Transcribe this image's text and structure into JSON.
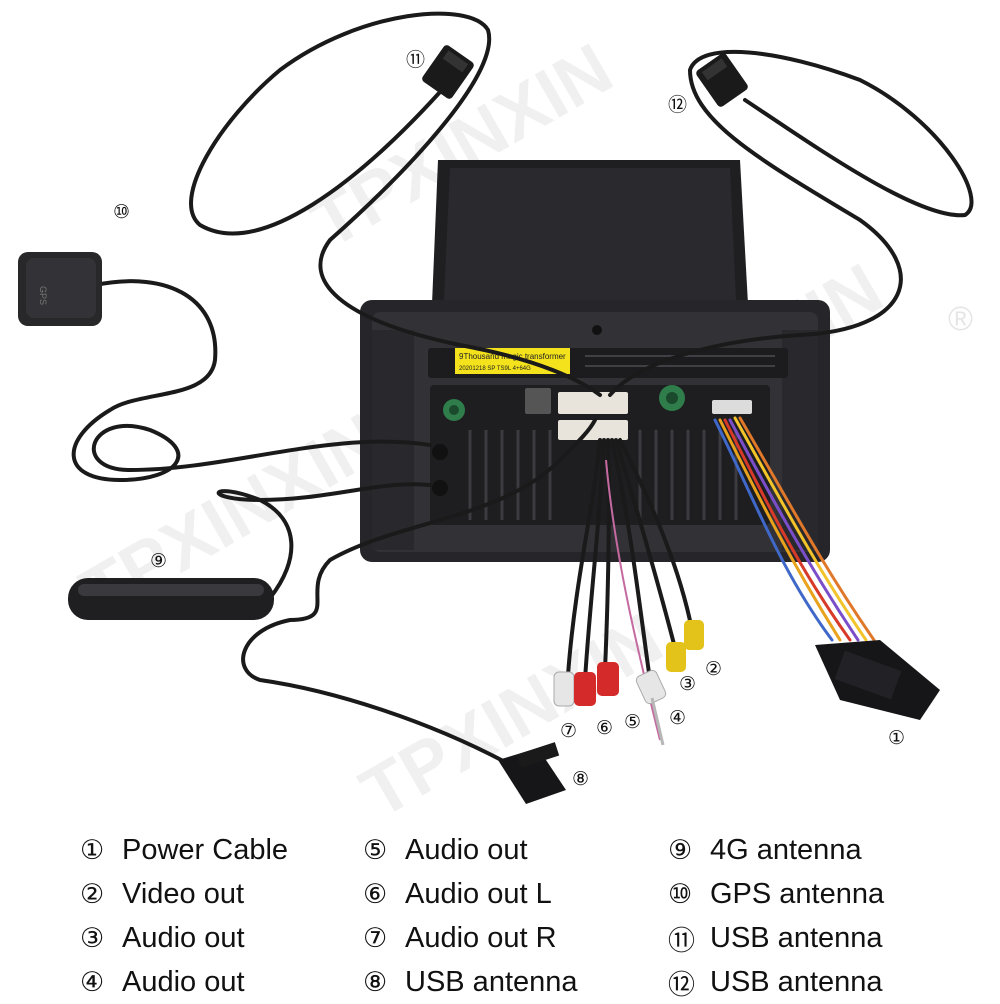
{
  "watermark": "TPXINXIN",
  "watermark_mark": "®",
  "sticker": {
    "line1": "9Thousand magic transformer",
    "line2": "20201218 SP TS9L 4+64G"
  },
  "callouts": [
    {
      "id": "1",
      "symbol": "①"
    },
    {
      "id": "2",
      "symbol": "②"
    },
    {
      "id": "3",
      "symbol": "③"
    },
    {
      "id": "4",
      "symbol": "④"
    },
    {
      "id": "5",
      "symbol": "⑤"
    },
    {
      "id": "6",
      "symbol": "⑥"
    },
    {
      "id": "7",
      "symbol": "⑦"
    },
    {
      "id": "8",
      "symbol": "⑧"
    },
    {
      "id": "9",
      "symbol": "⑨"
    },
    {
      "id": "10",
      "symbol": "⑩"
    },
    {
      "id": "11",
      "symbol": "⑪"
    },
    {
      "id": "12",
      "symbol": "⑫"
    }
  ],
  "legend": [
    [
      {
        "num": "①",
        "label": "Power Cable"
      },
      {
        "num": "②",
        "label": "Video out"
      },
      {
        "num": "③",
        "label": "Audio out"
      },
      {
        "num": "④",
        "label": "Audio out"
      }
    ],
    [
      {
        "num": "⑤",
        "label": "Audio out"
      },
      {
        "num": "⑥",
        "label": "Audio out L"
      },
      {
        "num": "⑦",
        "label": "Audio out R"
      },
      {
        "num": "⑧",
        "label": "USB antenna"
      }
    ],
    [
      {
        "num": "⑨",
        "label": "4G antenna"
      },
      {
        "num": "⑩",
        "label": "GPS antenna"
      },
      {
        "num": "⑪",
        "label": "USB antenna"
      },
      {
        "num": "⑫",
        "label": "USB antenna"
      }
    ]
  ],
  "colors": {
    "cable": "#1a1a1a",
    "unit": "#2b2b2f",
    "sticker": "#f3e21c",
    "rca_red": "#d42a2a",
    "rca_yellow": "#e3c21a",
    "rca_white": "#e6e6e6"
  }
}
